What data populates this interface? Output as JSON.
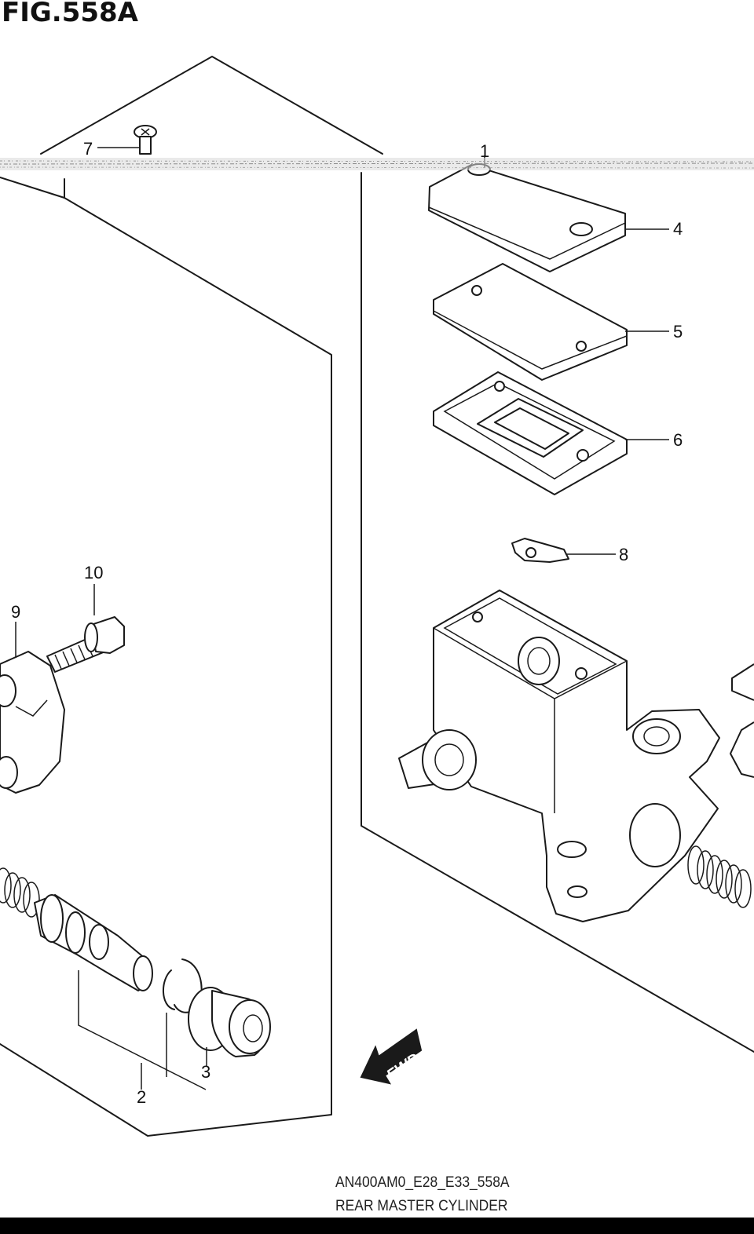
{
  "figure": {
    "title": "FIG.558A"
  },
  "footer": {
    "code": "AN400AM0_E28_E33_558A",
    "name": "REAR MASTER CYLINDER"
  },
  "callouts": [
    {
      "id": "c1",
      "label": "1"
    },
    {
      "id": "c2",
      "label": "2"
    },
    {
      "id": "c3",
      "label": "3"
    },
    {
      "id": "c4",
      "label": "4"
    },
    {
      "id": "c5",
      "label": "5"
    },
    {
      "id": "c6",
      "label": "6"
    },
    {
      "id": "c7",
      "label": "7"
    },
    {
      "id": "c8",
      "label": "8"
    },
    {
      "id": "c9",
      "label": "9"
    },
    {
      "id": "c10",
      "label": "10"
    }
  ],
  "direction_marker": {
    "label": "FWD"
  },
  "colors": {
    "ink": "#1a1a1a",
    "paper": "#ffffff",
    "footer_bar": "#000000"
  }
}
